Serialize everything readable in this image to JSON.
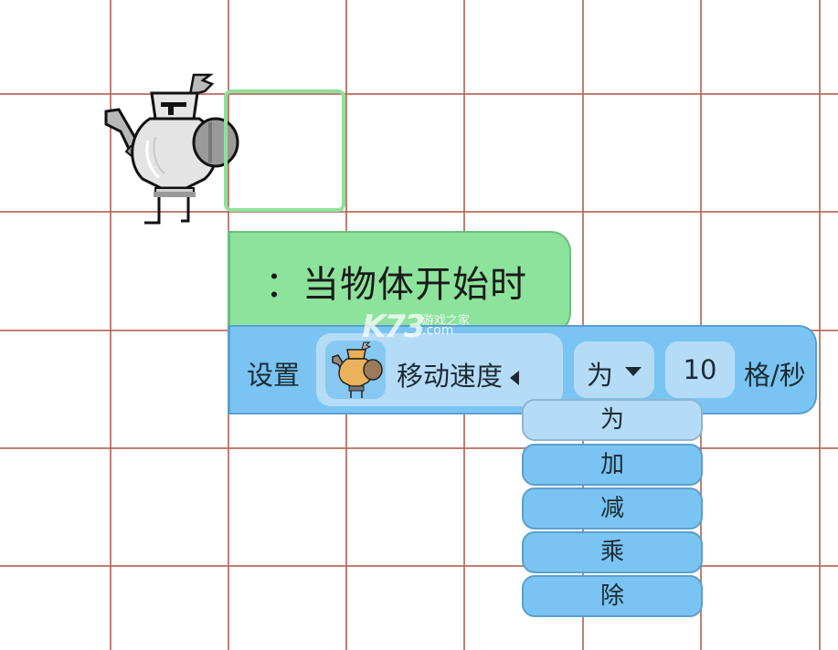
{
  "canvas": {
    "background": "#ffffff",
    "grid_color": "#b5685a",
    "grid_vertical_x": [
      120,
      249,
      378,
      507,
      637,
      766,
      896
    ],
    "grid_horizontal_y": [
      102,
      231,
      361,
      490,
      619
    ]
  },
  "sprite": {
    "name": "knight-sprite",
    "selection_box_color": "#8fe09c"
  },
  "event_block": {
    "label": "：当物体开始时",
    "color": "#8de39b"
  },
  "action_block": {
    "color": "#79c4f2",
    "set_label": "设置",
    "target_property": "移动速度",
    "operator": "为",
    "value": "10",
    "unit": "格/秒"
  },
  "operator_dropdown": {
    "items": [
      {
        "label": "为",
        "selected": true
      },
      {
        "label": "加",
        "selected": false
      },
      {
        "label": "减",
        "selected": false
      },
      {
        "label": "乘",
        "selected": false
      },
      {
        "label": "除",
        "selected": false
      }
    ]
  },
  "watermark": {
    "logo": "K73",
    "cn": "游戏之家",
    "domain": ".com"
  }
}
